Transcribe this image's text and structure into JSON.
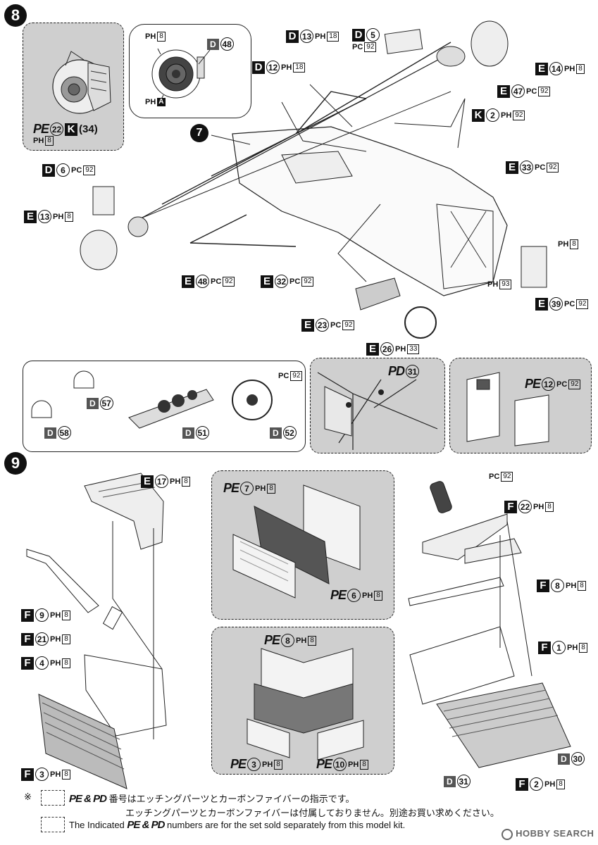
{
  "steps": {
    "s8": "8",
    "s9": "9",
    "sub7": "7"
  },
  "labels": {
    "pe22": {
      "pe": "PE",
      "n1": "22",
      "k": "K",
      "n2": "(34)",
      "ph": "PH",
      "box": "8"
    },
    "inset1": {
      "ph": "PH",
      "box": "8",
      "d": "D",
      "n": "48",
      "pha": "PH",
      "boxa": "A"
    },
    "d13": {
      "l": "D",
      "n": "13",
      "ph": "PH",
      "box": "18"
    },
    "d5": {
      "l": "D",
      "n": "5",
      "pc": "PC",
      "box": "92"
    },
    "d12": {
      "l": "D",
      "n": "12",
      "ph": "PH",
      "box": "18"
    },
    "e14": {
      "l": "E",
      "n": "14",
      "ph": "PH",
      "box": "8"
    },
    "e47": {
      "l": "E",
      "n": "47",
      "pc": "PC",
      "box": "92"
    },
    "k2": {
      "l": "K",
      "n": "2",
      "ph": "PH",
      "box": "92"
    },
    "e33": {
      "l": "E",
      "n": "33",
      "pc": "PC",
      "box": "92"
    },
    "d6": {
      "l": "D",
      "n": "6",
      "pc": "PC",
      "box": "92"
    },
    "e13": {
      "l": "E",
      "n": "13",
      "ph": "PH",
      "box": "8"
    },
    "ph8r": {
      "ph": "PH",
      "box": "8"
    },
    "ph93": {
      "ph": "PH",
      "box": "93"
    },
    "e39": {
      "l": "E",
      "n": "39",
      "pc": "PC",
      "box": "92"
    },
    "e48": {
      "l": "E",
      "n": "48",
      "pc": "PC",
      "box": "92"
    },
    "e32": {
      "l": "E",
      "n": "32",
      "pc": "PC",
      "box": "92"
    },
    "e23": {
      "l": "E",
      "n": "23",
      "pc": "PC",
      "box": "92"
    },
    "e26": {
      "l": "E",
      "n": "26",
      "ph": "PH",
      "box": "33"
    },
    "d57": {
      "d": "D",
      "n": "57"
    },
    "d58": {
      "d": "D",
      "n": "58"
    },
    "d51": {
      "d": "D",
      "n": "51"
    },
    "d52": {
      "d": "D",
      "n": "52",
      "pc": "PC",
      "box": "92"
    },
    "pd31": {
      "pd": "PD",
      "n": "31"
    },
    "pe12": {
      "pe": "PE",
      "n": "12",
      "pc": "PC",
      "box": "92"
    },
    "e17": {
      "l": "E",
      "n": "17",
      "ph": "PH",
      "box": "8"
    },
    "f9": {
      "l": "F",
      "n": "9",
      "ph": "PH",
      "box": "8"
    },
    "f21": {
      "l": "F",
      "n": "21",
      "ph": "PH",
      "box": "8"
    },
    "f4": {
      "l": "F",
      "n": "4",
      "ph": "PH",
      "box": "8"
    },
    "f3": {
      "l": "F",
      "n": "3",
      "ph": "PH",
      "box": "8"
    },
    "pe7": {
      "pe": "PE",
      "n": "7",
      "ph": "PH",
      "box": "8"
    },
    "pe6": {
      "pe": "PE",
      "n": "6",
      "ph": "PH",
      "box": "8"
    },
    "pe8": {
      "pe": "PE",
      "n": "8",
      "ph": "PH",
      "box": "8"
    },
    "pe3": {
      "pe": "PE",
      "n": "3",
      "ph": "PH",
      "box": "8"
    },
    "pe10": {
      "pe": "PE",
      "n": "10",
      "ph": "PH",
      "box": "8"
    },
    "pc92b": {
      "pc": "PC",
      "box": "92"
    },
    "f22": {
      "l": "F",
      "n": "22",
      "ph": "PH",
      "box": "8"
    },
    "f8": {
      "l": "F",
      "n": "8",
      "ph": "PH",
      "box": "8"
    },
    "f1": {
      "l": "F",
      "n": "1",
      "ph": "PH",
      "box": "8"
    },
    "d30": {
      "d": "D",
      "n": "30"
    },
    "d31": {
      "d": "D",
      "n": "31"
    },
    "f2": {
      "l": "F",
      "n": "2",
      "ph": "PH",
      "box": "8"
    }
  },
  "notes": {
    "mark": "※",
    "pepd": "PE & PD",
    "jp1": "番号はエッチングパーツとカーボンファイバーの指示です。",
    "jp2": "エッチングパーツとカーボンファイバーは付属しておりません。別途お買い求めください。",
    "en_pre": "The Indicated",
    "en_post": "numbers are for the set sold separately from this model kit."
  },
  "watermark": "HOBBY SEARCH"
}
